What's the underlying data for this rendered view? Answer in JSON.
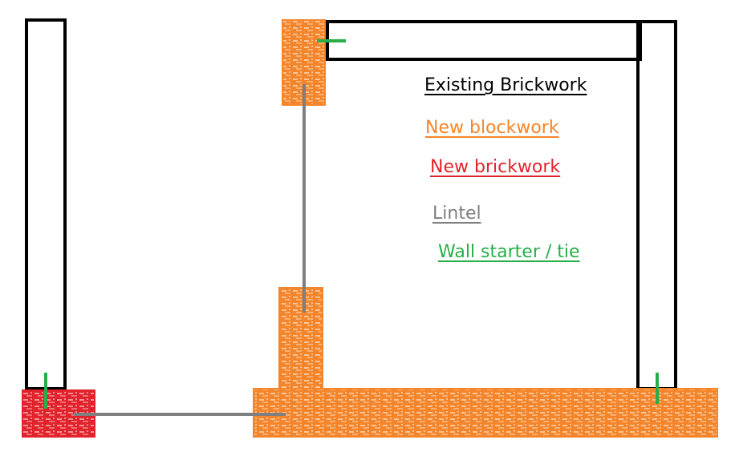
{
  "legend": {
    "existing_brickwork": "Existing Brickwork",
    "new_blockwork": "New blockwork",
    "new_brickwork": "New brickwork",
    "lintel": "Lintel",
    "wall_starter_tie": "Wall starter / tie"
  },
  "colors": {
    "existing_brickwork": "#000000",
    "new_blockwork": "#f5852a",
    "new_brickwork": "#e3232b",
    "lintel": "#7f7f7f",
    "wall_starter_tie": "#27ae48"
  }
}
